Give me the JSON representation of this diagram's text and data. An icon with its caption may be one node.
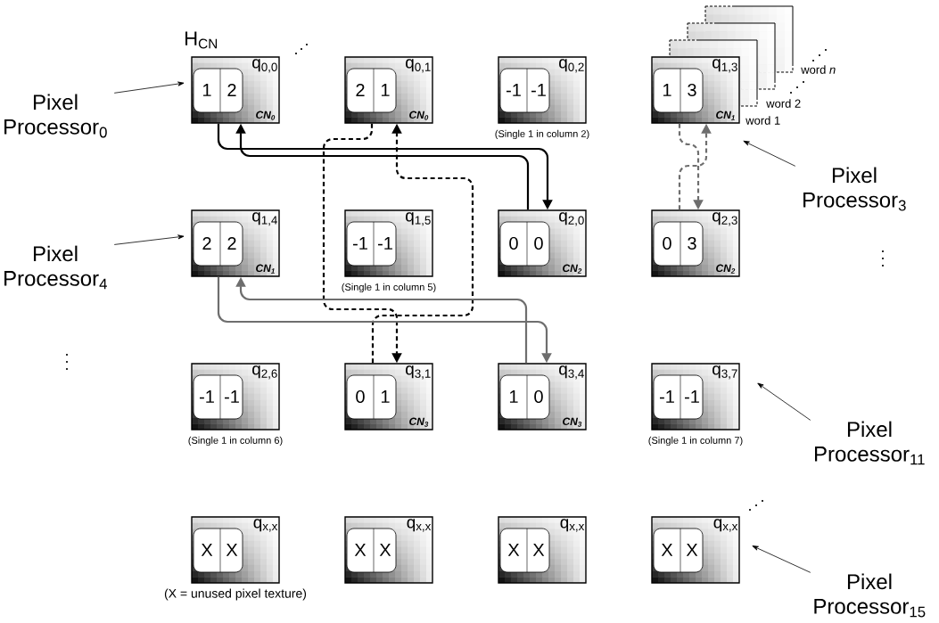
{
  "diagram": {
    "nodes": [
      {
        "text": [
          "1",
          "2",
          "q$_{0,0}$",
          "CN$_{0}$"
        ]
      },
      {
        "text": [
          "2",
          "1",
          "q$_{0,1}$",
          "CN$_{0}$"
        ]
      },
      {
        "text": [
          "-1",
          "-1",
          "q$_{0,2}$"
        ],
        "beside": [
          "(Single 1 in column 2)"
        ]
      },
      {
        "text": [
          "1",
          "3",
          "q$_{1,3}$",
          "CN$_{1}$"
        ]
      },
      {
        "text": [
          "2",
          "2",
          "q$_{1,4}$",
          "CN$_{1}$"
        ]
      },
      {
        "text": [
          "-1",
          "-1",
          "q$_{1,5}$"
        ],
        "beside": [
          "(Single 1 in column 5)"
        ]
      },
      {
        "text": [
          "0",
          "0",
          "q$_{2,0}$",
          "CN$_{2}$"
        ]
      },
      {
        "text": [
          "0",
          "3",
          "q$_{2,3}$",
          "CN$_{2}$"
        ]
      },
      {
        "text": [
          "-1",
          "-1",
          "q$_{2,6}$"
        ],
        "beside": [
          "(Single 1 in column 6)"
        ]
      },
      {
        "text": [
          "0",
          "1",
          "q$_{3,1}$",
          "CN$_{3}$"
        ]
      },
      {
        "text": [
          "1",
          "0",
          "q$_{3,4}$",
          "CN$_{3}$"
        ]
      },
      {
        "text": [
          "-1",
          "-1",
          "q$_{3,7}$"
        ],
        "beside": [
          "(Single 1 in column 7)"
        ]
      },
      {
        "text": [
          "X",
          "X",
          "q$_{x,x}$"
        ],
        "beside": [
          "(X = unused pixel texture)"
        ]
      },
      {
        "text": [
          "X",
          "X",
          "q$_{x,x}$"
        ]
      },
      {
        "text": [
          "X",
          "X",
          "q$_{x,x}$"
        ]
      },
      {
        "text": [
          "X",
          "X",
          "q$_{x,x}$"
        ]
      },
      {
        "text": [
          "Pixel Processor$_{0}$"
        ]
      },
      {
        "text": [
          "Pixel Processor$_{3}$"
        ]
      },
      {
        "text": [
          "Pixel Processor$_{4}$"
        ]
      },
      {
        "text": [
          "Pixel Processor$_{11}$"
        ]
      },
      {
        "text": [
          "Pixel Processor$_{15}$"
        ]
      }
    ],
    "edges": [
      {
        "from": 0,
        "to": 6,
        "arrow": "to"
      },
      {
        "from": 6,
        "to": 0,
        "arrow": "to"
      },
      {
        "from": 1,
        "to": 9,
        "arrow": "to",
        "style": "dashed"
      },
      {
        "from": 9,
        "to": 1,
        "arrow": "to",
        "style": "dashed"
      },
      {
        "from": 4,
        "to": 10,
        "arrow": "to",
        "color": "#6e6e6e"
      },
      {
        "from": 10,
        "to": 4,
        "arrow": "to",
        "color": "#6e6e6e"
      },
      {
        "from": 3,
        "to": 7,
        "arrow": "to",
        "style": "dashed",
        "color": "#6e6e6e"
      },
      {
        "from": 7,
        "to": 3,
        "arrow": "to",
        "style": "dashed",
        "color": "#6e6e6e"
      },
      {
        "from": 16,
        "to": 0,
        "arrow": "to"
      },
      {
        "from": 17,
        "to": 3,
        "arrow": "to"
      },
      {
        "from": 18,
        "to": 4,
        "arrow": "to"
      },
      {
        "from": 19,
        "to": 11,
        "arrow": "to"
      },
      {
        "from": 20,
        "to": 15,
        "arrow": "to"
      }
    ],
    "labels": [
      "H$_{CN}$",
      "word *n*",
      "word 2",
      "word 1"
    ]
  }
}
